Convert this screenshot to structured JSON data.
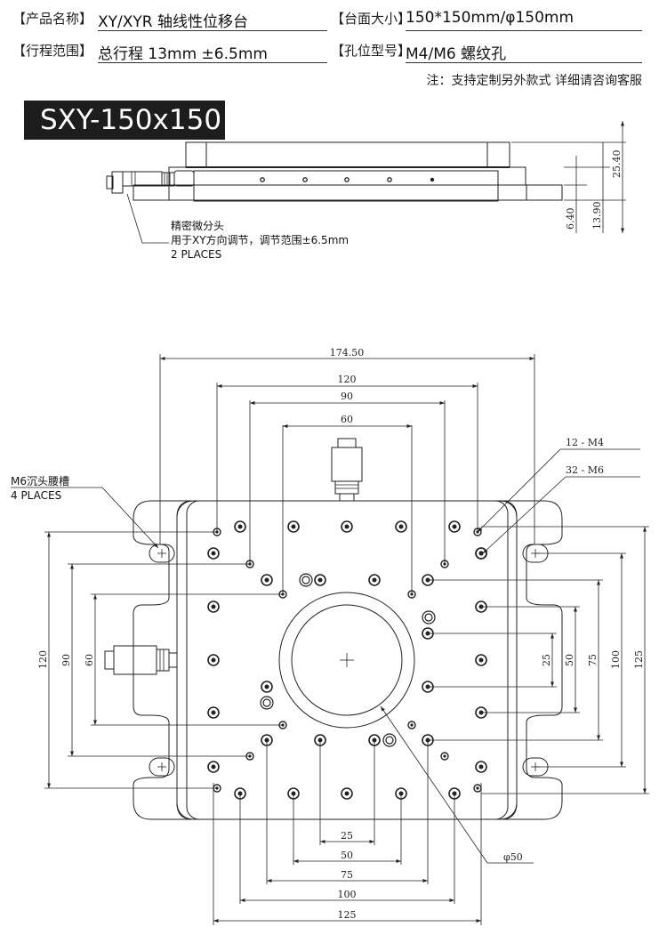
{
  "specs": {
    "name_label": "【产品名称】",
    "name_value": "XY/XYR 轴线性位移台",
    "size_label": "【台面大小】",
    "size_value": "150*150mm/φ150mm",
    "travel_label": "【行程范围】",
    "travel_value": "总行程 13mm  ±6.5mm",
    "hole_label": "【孔位型号】",
    "hole_value": " M4/M6 螺纹孔",
    "note": "注：支持定制另外款式 详细请咨询客服"
  },
  "model": "SXY-150x150",
  "side_view": {
    "micrometer_note_1": "精密微分头",
    "micrometer_note_2": "用于XY方向调节，调节范围±6.5mm",
    "micrometer_note_3": "2 PLACES",
    "dims": [
      "25.40",
      "6.40",
      "13.90"
    ]
  },
  "top_view": {
    "top_dims": [
      "174.50",
      "120",
      "90",
      "60"
    ],
    "bottom_dims": [
      "25",
      "50",
      "75",
      "100",
      "125"
    ],
    "left_dims": [
      "120",
      "90",
      "60"
    ],
    "right_dims": [
      "25",
      "50",
      "75",
      "100",
      "125"
    ],
    "callout_m4": "12 - M4",
    "callout_m6": "32 - M6",
    "slot_note_1": "M6沉头腰槽",
    "slot_note_2": "4 PLACES",
    "aperture": "φ50"
  }
}
